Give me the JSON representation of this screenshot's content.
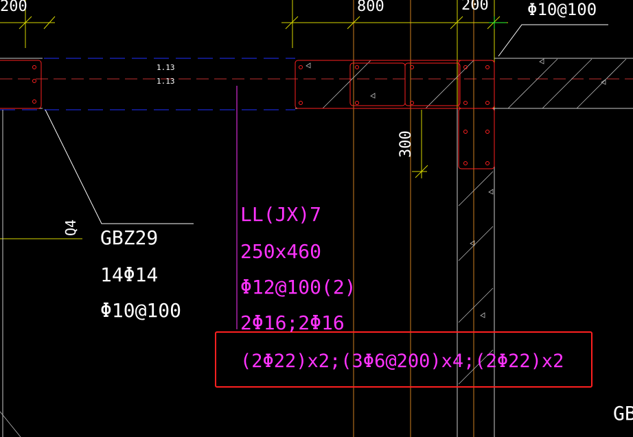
{
  "dims_top": {
    "d1": "200",
    "d2": "800",
    "d3": "200",
    "rebar": "Φ10@100"
  },
  "axis_labels": {
    "a1": "1.13",
    "a2": "1.13"
  },
  "dim_vertical": "300",
  "wall_label": "Q4",
  "column": {
    "id": "GBZ29",
    "main": "14Φ14",
    "stirrup": "Φ10@100"
  },
  "beam": {
    "id": "LL(JX)7",
    "size": "250x460",
    "stirrup": "Φ12@100(2)",
    "longitudinal": "2Φ16;2Φ16",
    "diagonal": "(2Φ22)x2;(3Φ6@200)x4;(2Φ22)x2"
  },
  "corner_label": "GB",
  "colors": {
    "background": "#000000",
    "magenta": "#ff33ff",
    "white": "#ffffff",
    "yellow": "#d8d800",
    "orange": "#d08020",
    "red": "#ff2020",
    "blue": "#2030ff",
    "green": "#30ff30"
  }
}
